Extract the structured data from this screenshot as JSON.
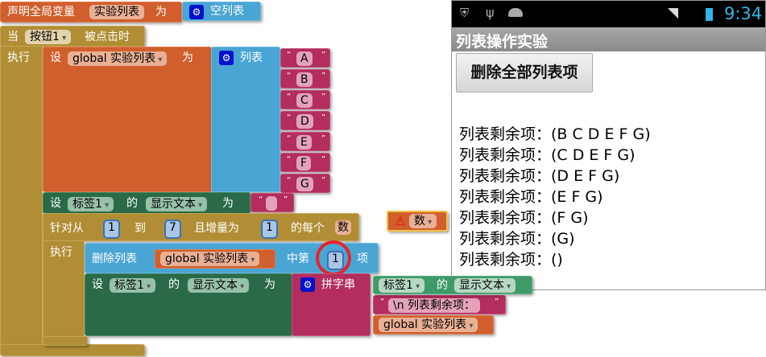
{
  "blocks": {
    "global_decl": {
      "label": "声明全局变量",
      "var": "实验列表",
      "as": "为",
      "value": "空列表"
    },
    "event": {
      "when": "当",
      "component": "按钮1",
      "event": "被点击时",
      "do": "执行"
    },
    "set_global": {
      "set": "设",
      "var": "global 实验列表",
      "as": "为",
      "list": "列表",
      "items": [
        "A",
        "B",
        "C",
        "D",
        "E",
        "F",
        "G"
      ]
    },
    "set_label_empty": {
      "set": "设",
      "component": "标签1",
      "of": "的",
      "prop": "显示文本",
      "as": "为",
      "value": ""
    },
    "for_loop": {
      "from_label": "针对从",
      "from": "1",
      "to_label": "到",
      "to": "7",
      "step_label": "且增量为",
      "step": "1",
      "each_label": "的每个",
      "var": "数",
      "do": "执行"
    },
    "remove": {
      "label": "删除列表",
      "var": "global 实验列表",
      "index_label": "中第",
      "index": "1",
      "item_label": "项"
    },
    "set_label_join": {
      "set": "设",
      "component": "标签1",
      "of": "的",
      "prop": "显示文本",
      "as": "为",
      "join": "拼字串",
      "get_component": "标签1",
      "get_of": "的",
      "get_prop": "显示文本",
      "text": "\\n 列表剩余项：",
      "var": "global 实验列表"
    },
    "warning_getter": {
      "var": "数"
    }
  },
  "phone": {
    "time": "9:34",
    "title": "列表操作实验",
    "button": "删除全部列表项",
    "lines": [
      "列表剩余项：(B C D E F G)",
      "列表剩余项：(C D E F G)",
      "列表剩余项：(D E F G)",
      "列表剩余项：(E F G)",
      "列表剩余项：(F G)",
      "列表剩余项：(G)",
      "列表剩余项：()"
    ]
  },
  "colors": {
    "procedure": "#d05f2d",
    "list": "#49a5d4",
    "text": "#b32d5e",
    "component": "#2a6a48",
    "control": "#b18e35",
    "time": "#33b5e5"
  }
}
